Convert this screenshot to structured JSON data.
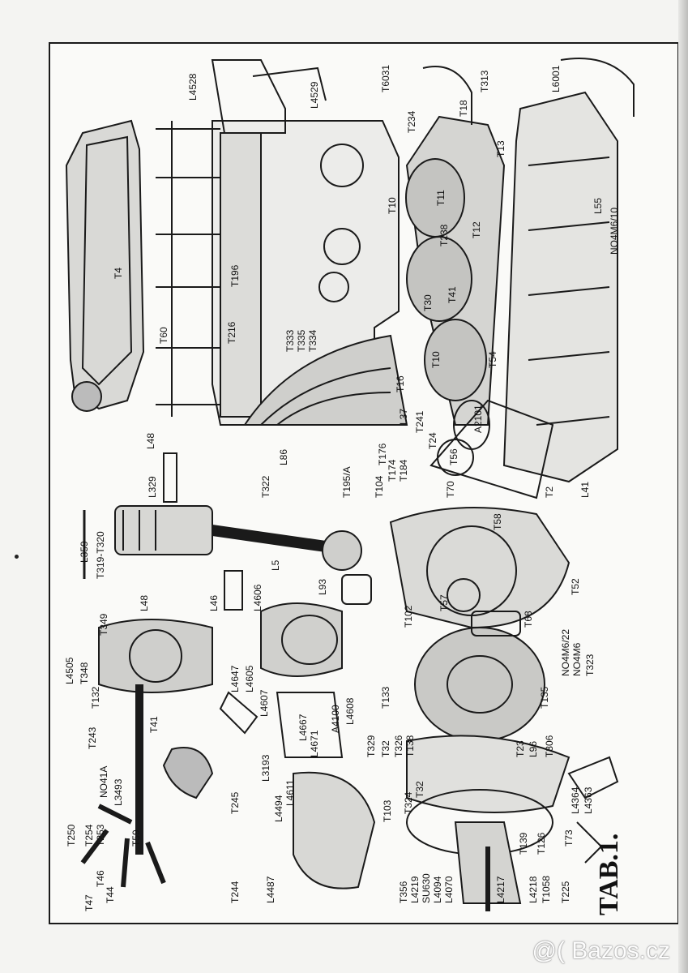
{
  "plate": {
    "title": "TAB.1."
  },
  "watermark": {
    "text": "@( Bazos.cz"
  },
  "labels": [
    "L4528",
    "L4529",
    "T6031",
    "T313",
    "L6001",
    "T18",
    "T234",
    "T13",
    "T4",
    "T196",
    "T60",
    "T216",
    "T333",
    "T335",
    "T334",
    "T10",
    "T11",
    "T238",
    "T12",
    "T30",
    "T41",
    "T10",
    "T54",
    "L55",
    "NO4M6/10",
    "T16",
    "L37",
    "T241",
    "A2101",
    "T24",
    "L48",
    "L329",
    "L86",
    "T322",
    "T195/A",
    "T176",
    "T174",
    "T184",
    "T104",
    "T56",
    "T70",
    "T2",
    "L41",
    "L359",
    "T319-T320",
    "L5",
    "L93",
    "T58",
    "T52",
    "L48",
    "L46",
    "T349",
    "L4606",
    "T57",
    "T102",
    "T68",
    "L4505",
    "T348",
    "T132",
    "L4647",
    "L4605",
    "L4607",
    "A4100",
    "L4608",
    "T133",
    "T32",
    "T135",
    "NO4M6/22",
    "NO4M6",
    "T323",
    "T41",
    "T243",
    "T329",
    "T326",
    "T138",
    "T32",
    "T23",
    "L96",
    "T306",
    "L4667",
    "L4671",
    "L3193",
    "NO41A",
    "L3493",
    "T245",
    "L4611",
    "L4494",
    "T103",
    "T324",
    "L4364",
    "L4363",
    "T250",
    "T254",
    "T253",
    "T59",
    "T73",
    "T139",
    "T126",
    "T46",
    "T44",
    "T47",
    "T244",
    "L4487",
    "T356",
    "L4219",
    "SU630",
    "L4094",
    "L4070",
    "L4217",
    "L4218",
    "T1058",
    "T225"
  ]
}
